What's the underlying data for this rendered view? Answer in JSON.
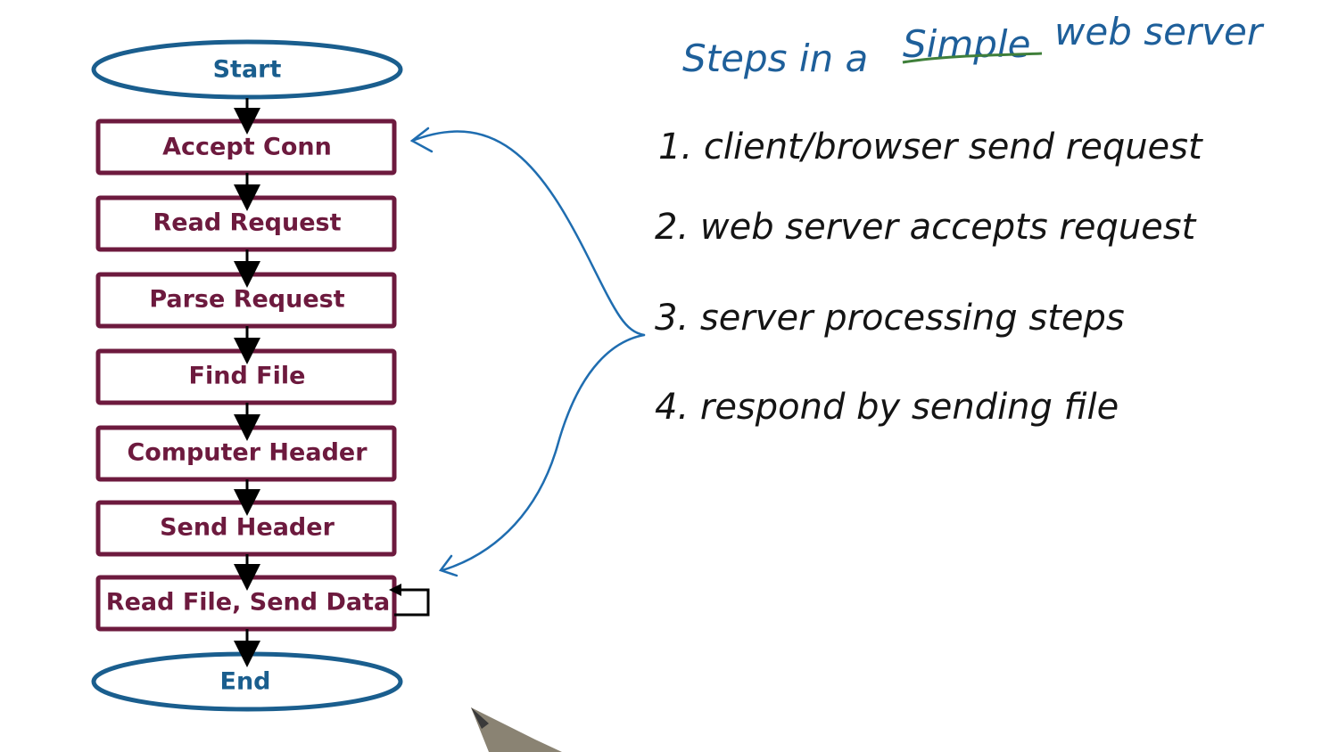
{
  "flowchart": {
    "start": "Start",
    "steps": [
      "Accept Conn",
      "Read Request",
      "Parse Request",
      "Find File",
      "Computer Header",
      "Send Header",
      "Read File, Send Data"
    ],
    "end": "End"
  },
  "notes": {
    "title_prefix": "Steps in a",
    "title_emphasis": "Simple",
    "title_suffix": "web server",
    "steps": [
      "1. client/browser send request",
      "2. web server accepts request",
      "3. server processing steps",
      "4. respond by sending file"
    ]
  },
  "colors": {
    "ellipse": "#1a5e8e",
    "box": "#6d1a3e",
    "arrow": "#000000",
    "brace": "#1f6db0",
    "title": "#1e5f9a",
    "underline": "#3f7f3a",
    "handwriting": "#141414"
  }
}
